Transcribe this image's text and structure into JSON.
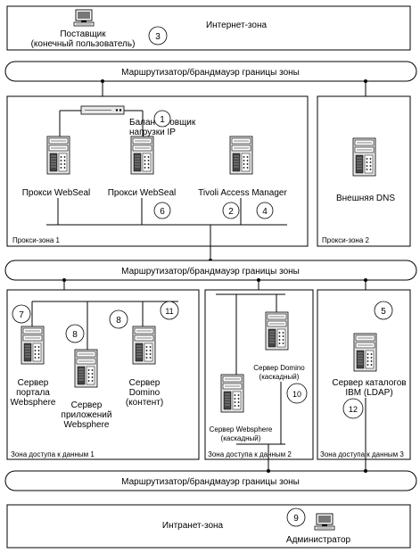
{
  "internet_zone": {
    "title": "Интернет-зона",
    "supplier_line1": "Поставщик",
    "supplier_line2": "(конечный пользователь)",
    "badge": "3"
  },
  "routers": {
    "label": "Маршрутизатор/брандмауэр границы зоны"
  },
  "proxy_zone_1": {
    "zone_label": "Прокси-зона 1",
    "balancer_line1": "Балансировщик",
    "balancer_line2": "нагрузки IP",
    "badge_balancer": "1",
    "proxy1_label": "Прокси WebSeal",
    "proxy2_label": "Прокси WebSeal",
    "badge_proxy2": "6",
    "tam_label": "Tivoli Access Manager",
    "badge_tam_a": "2",
    "badge_tam_b": "4"
  },
  "proxy_zone_2": {
    "zone_label": "Прокси-зона 2",
    "dns_label": "Внешняя DNS"
  },
  "data_zone_1": {
    "zone_label": "Зона доступа к данным 1",
    "portal_line1": "Сервер",
    "portal_line2": "портала",
    "portal_line3": "Websphere",
    "badge_portal": "7",
    "apps_line1": "Сервер",
    "apps_line2": "приложений",
    "apps_line3": "Websphere",
    "badge_apps": "8",
    "domino_line1": "Сервер",
    "domino_line2": "Domino",
    "domino_line3": "(контент)",
    "badge_domino": "8",
    "badge_zone": "11"
  },
  "data_zone_2": {
    "zone_label": "Зона доступа к данным 2",
    "domino_line1": "Сервер Domino",
    "domino_line2": "(каскадный)",
    "ws_line1": "Сервер Websphere",
    "ws_line2": "(каскадный)",
    "badge": "10"
  },
  "data_zone_3": {
    "zone_label": "Зона доступа к данным 3",
    "dir_line1": "Сервер каталогов",
    "dir_line2": "IBM (LDAP)",
    "badge_top": "5",
    "badge_bottom": "12"
  },
  "intranet_zone": {
    "title": "Интранет-зона",
    "admin_label": "Администратор",
    "badge": "9"
  }
}
